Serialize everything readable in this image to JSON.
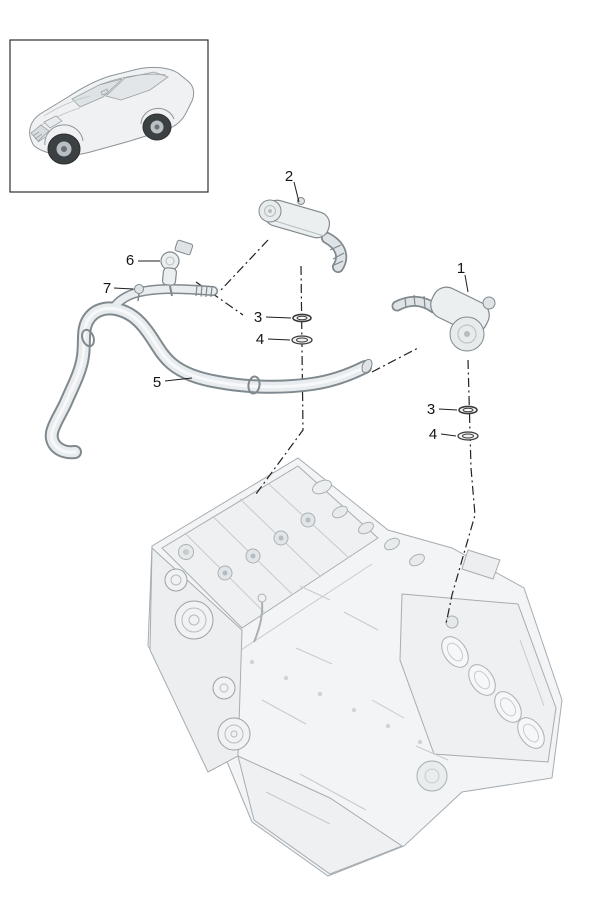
{
  "figure": {
    "type": "exploded-parts-diagram",
    "part_numbers_visible": [
      "1",
      "2",
      "3",
      "4",
      "5",
      "6",
      "7"
    ]
  },
  "icons": {
    "vehicle_thumbnail": "suv-three-quarter-outline"
  },
  "colors": {
    "background": "#ffffff",
    "callout_text": "#141414",
    "connection_line": "#222222",
    "part_fill": "#eceff0",
    "part_stroke": "#7f898e",
    "engine_fill": "#f3f4f5",
    "engine_stroke": "#a6adb2"
  },
  "diagram": {
    "callouts": [
      {
        "id": "1",
        "label": "1"
      },
      {
        "id": "2",
        "label": "2"
      },
      {
        "id": "3-center",
        "label": "3"
      },
      {
        "id": "4-center",
        "label": "4"
      },
      {
        "id": "5",
        "label": "5"
      },
      {
        "id": "6",
        "label": "6"
      },
      {
        "id": "7",
        "label": "7"
      },
      {
        "id": "3-right",
        "label": "3"
      },
      {
        "id": "4-right",
        "label": "4"
      }
    ]
  }
}
